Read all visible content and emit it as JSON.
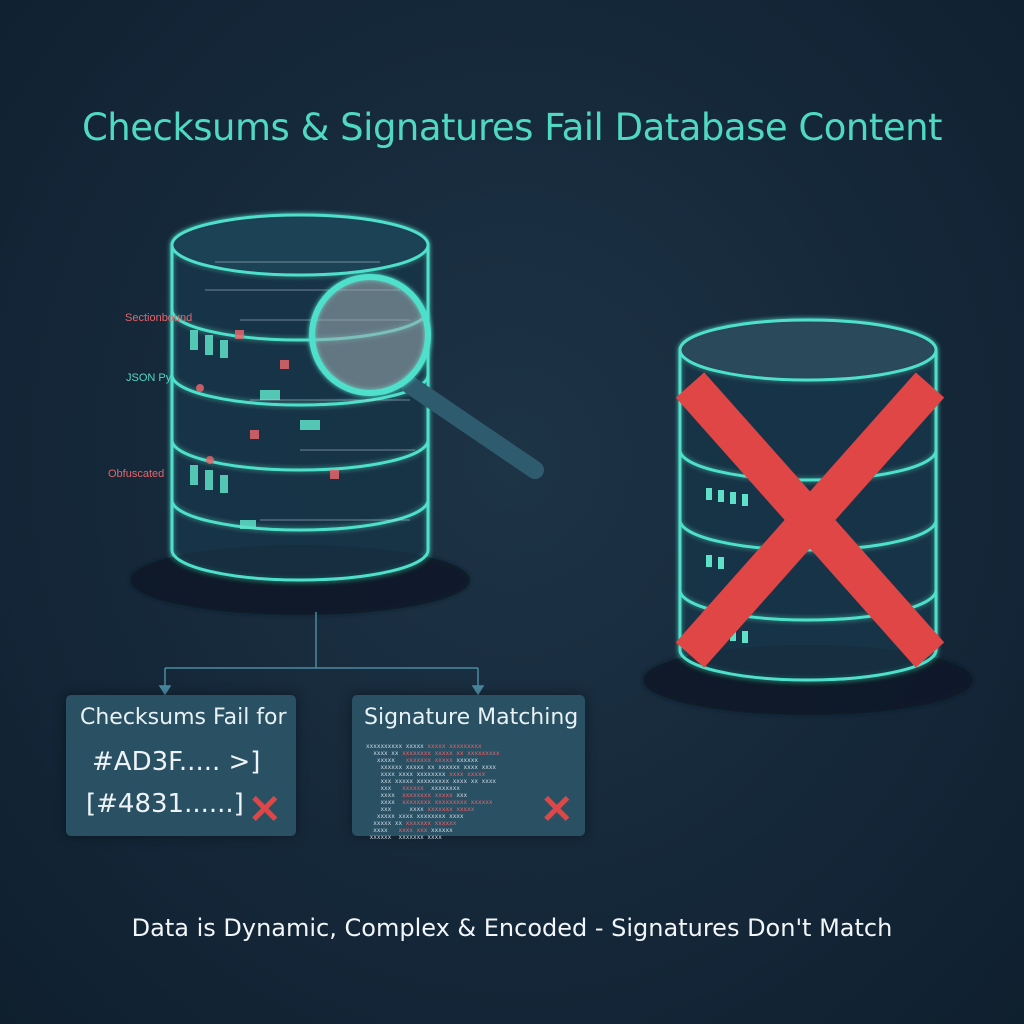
{
  "title": "Checksums & Signatures Fail Database Content",
  "left_labels": [
    "Sectionbound",
    "JSON Py",
    "Obfuscated"
  ],
  "checksum_box": {
    "heading": "Checksums Fail for",
    "hash1": "#AD3F.....  >]",
    "hash2": "[#4831......]",
    "fail_icon": "x-mark"
  },
  "signature_box": {
    "heading": "Signature Matching",
    "fail_icon": "x-mark"
  },
  "footer": "Data is Dynamic, Complex & Encoded - Signatures Don't Match",
  "colors": {
    "accent": "#4fd8c4",
    "fail": "#e04646",
    "background": "#15283a"
  }
}
